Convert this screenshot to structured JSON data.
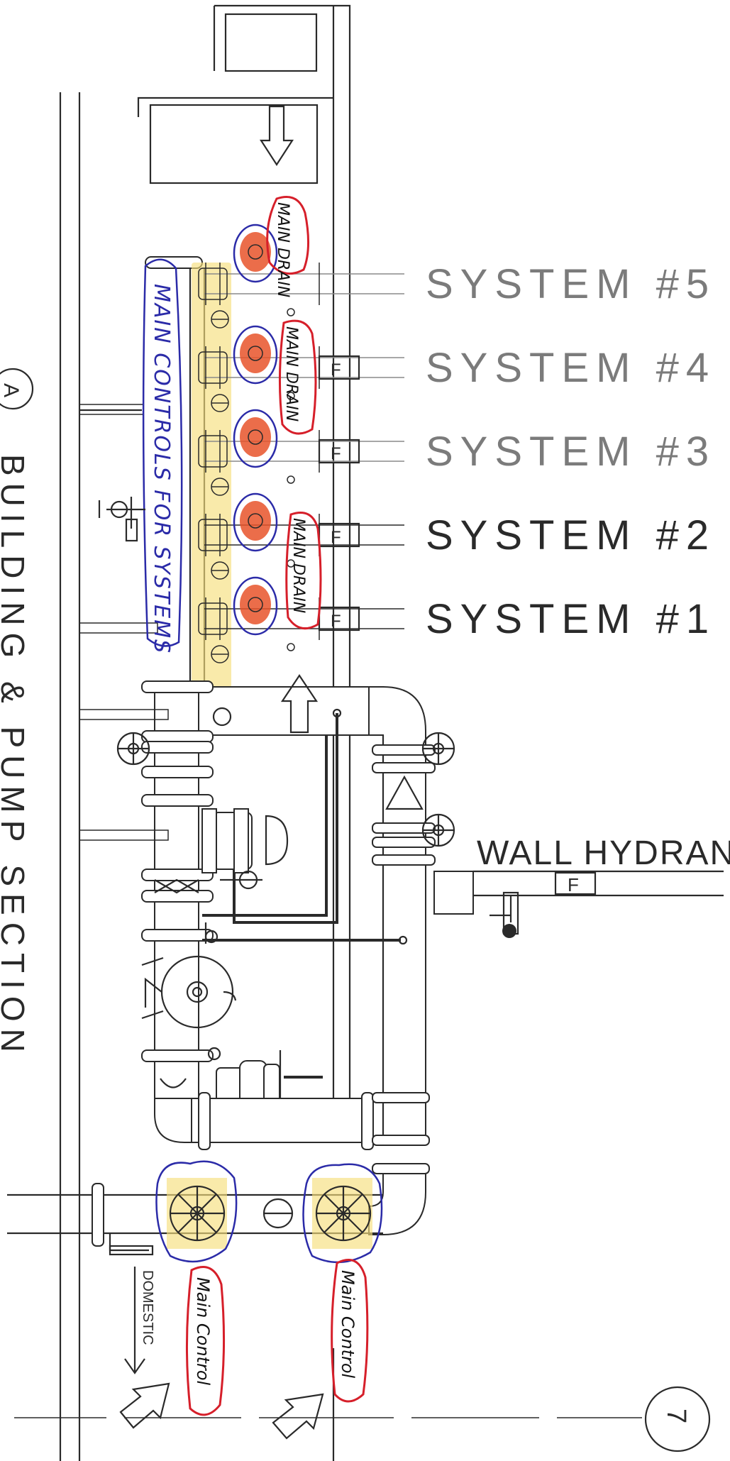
{
  "title": "BUILDING & PUMP SECTION",
  "section_marker": "A",
  "detail_marker": "7",
  "systems": [
    {
      "label": "SYSTEM #5"
    },
    {
      "label": "SYSTEM #4"
    },
    {
      "label": "SYSTEM #3"
    },
    {
      "label": "SYSTEM #2"
    },
    {
      "label": "SYSTEM #1"
    }
  ],
  "wall_hydrants": "WALL HYDRANTS",
  "domestic": "DOMESTIC",
  "flow_symbol": "F",
  "annotations": {
    "main_controls": "MAIN CONTROLS FOR SYSTEMS",
    "main_drain_1": "MAIN DRAIN",
    "main_drain_2": "MAIN DRAIN",
    "main_drain_3": "MAIN DRAIN",
    "main_control_1": "Main Control",
    "main_control_2": "Main Control"
  },
  "colors": {
    "highlight_yellow": "#f6df7c",
    "highlight_red": "#e8532a",
    "ink_blue": "#2b2ba8",
    "ink_red": "#d61f2a"
  }
}
